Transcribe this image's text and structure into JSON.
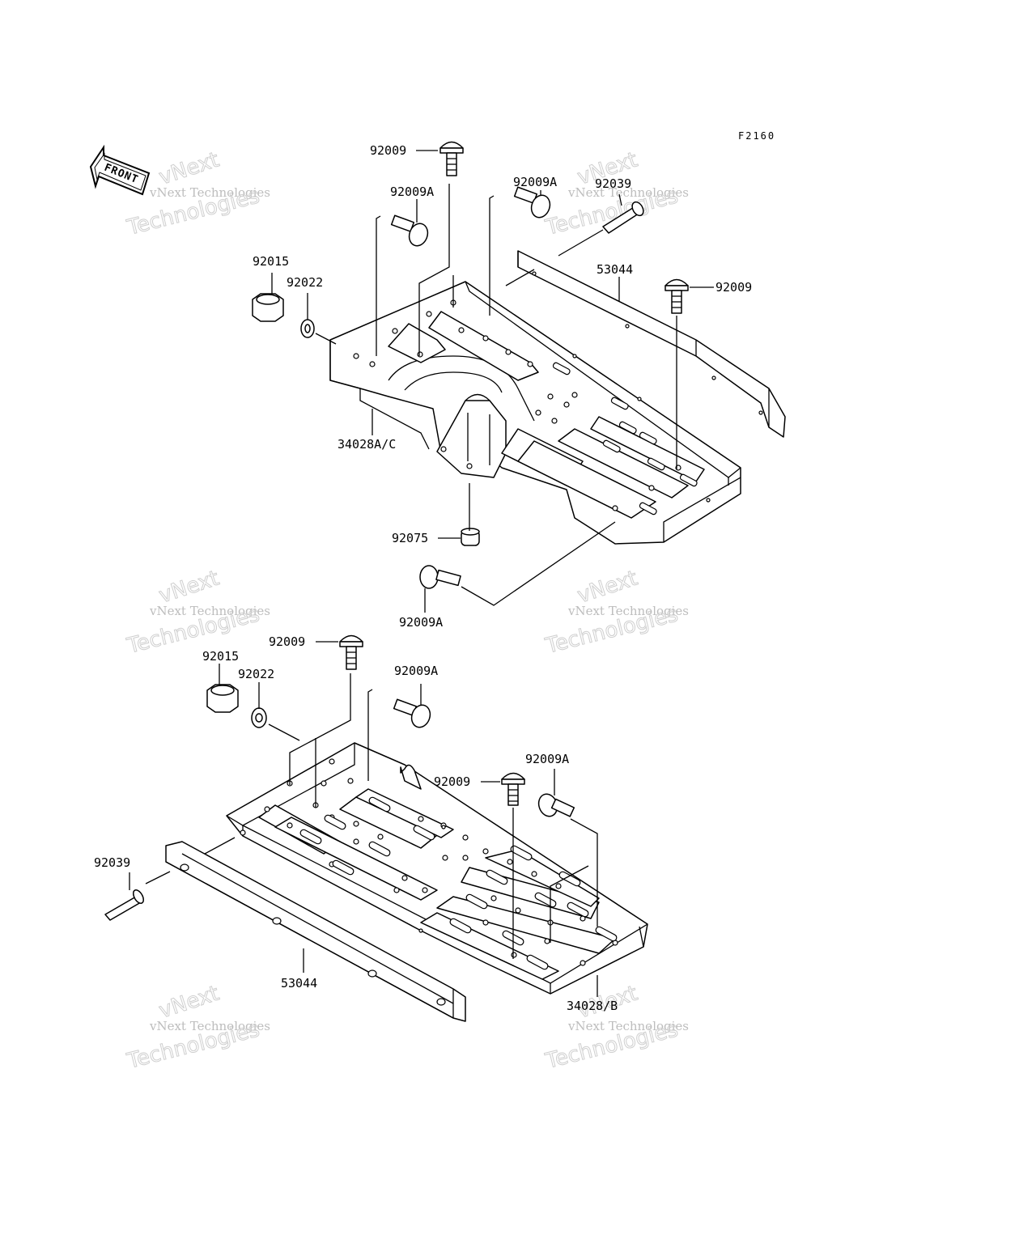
{
  "figure_ref": "F2160",
  "front_label": "FRONT",
  "watermark": {
    "line1": "vNext Technologies",
    "line2": "vNext",
    "line3": "Technologies"
  },
  "parts": {
    "top": {
      "bolt_top": "92009",
      "bolt_a_left": "92009A",
      "bolt_a_right": "92009A",
      "pin": "92039",
      "guard": "53044",
      "bolt_right": "92009",
      "nut": "92015",
      "washer": "92022",
      "carrier": "34028A/C",
      "damper": "92075",
      "bolt_a_bottom": "92009A"
    },
    "bottom": {
      "nut": "92015",
      "bolt_top": "92009",
      "washer": "92022",
      "bolt_a_top": "92009A",
      "bolt_mid": "92009",
      "bolt_a_right": "92009A",
      "pin": "92039",
      "guard": "53044",
      "carrier": "34028/B"
    }
  }
}
